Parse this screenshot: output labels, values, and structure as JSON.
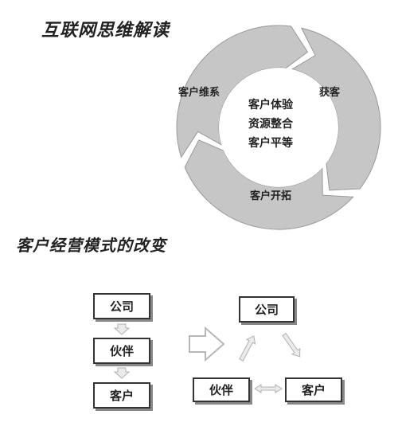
{
  "section1": {
    "title": "互联网思维解读",
    "cycle": {
      "segments": [
        "客户维系",
        "获客",
        "客户开拓"
      ],
      "center_lines": [
        "客户体验",
        "资源整合",
        "客户平等"
      ]
    }
  },
  "section2": {
    "title": "客户经营模式的改变",
    "linear_model": [
      "公司",
      "伙伴",
      "客户"
    ],
    "triangle_model": {
      "top": "公司",
      "bottom_left": "伙伴",
      "bottom_right": "客户"
    }
  },
  "colors": {
    "ring": "#c6c6c6",
    "ring_edge": "#9a9a9a",
    "arrow_fill": "#ebebeb",
    "arrow_stroke": "#b0b0b0",
    "box_border": "#333333",
    "text": "#222222"
  }
}
